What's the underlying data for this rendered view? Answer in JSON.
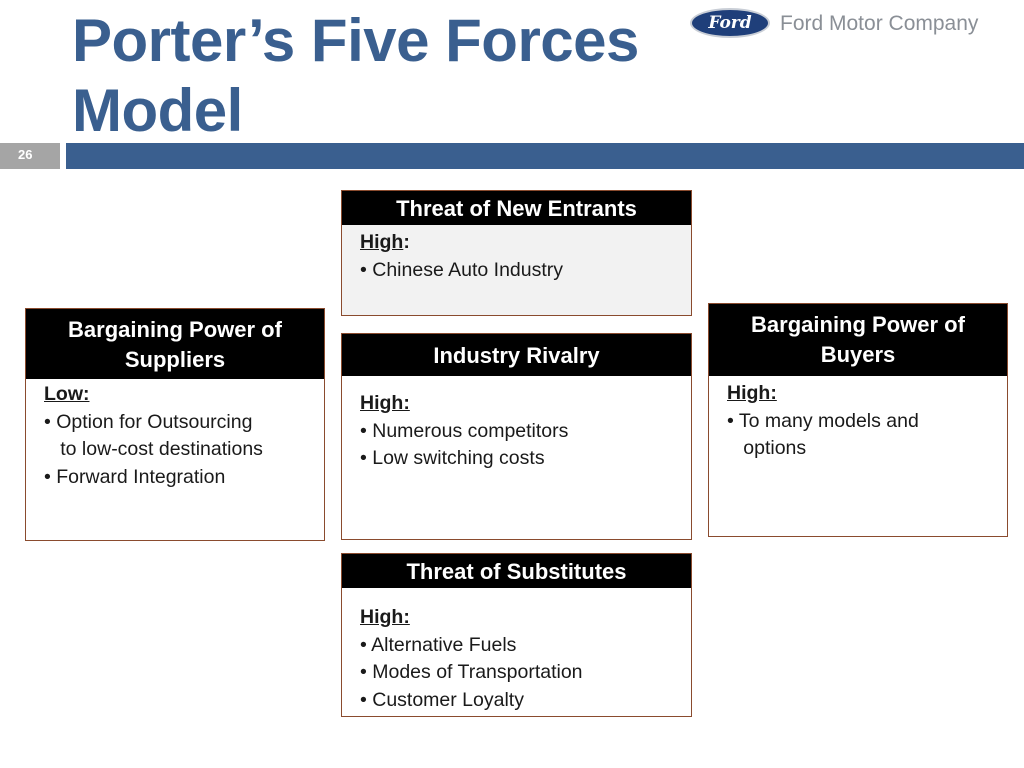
{
  "slide": {
    "title": "Porter’s Five Forces Model",
    "number": "26",
    "logo_badge": "Ford",
    "logo_text": "Ford Motor Company"
  },
  "forces": {
    "new_entrants": {
      "heading": "Threat of New Entrants",
      "level": "High",
      "level_suffix": ":",
      "items": [
        "• Chinese Auto Industry"
      ]
    },
    "suppliers": {
      "heading_line1": "Bargaining Power of",
      "heading_line2": "Suppliers",
      "level": "Low:",
      "items": [
        "• Option for Outsourcing",
        "   to low-cost destinations",
        "• Forward Integration"
      ]
    },
    "rivalry": {
      "heading": "Industry Rivalry",
      "level": "High:",
      "items": [
        "• Numerous competitors",
        "• Low switching costs"
      ]
    },
    "buyers": {
      "heading_line1": "Bargaining Power of",
      "heading_line2": "Buyers",
      "level": "High:",
      "items": [
        "• To many models and",
        "   options"
      ]
    },
    "substitutes": {
      "heading": "Threat of Substitutes",
      "level": "High:",
      "items": [
        "• Alternative Fuels",
        "• Modes of Transportation",
        "• Customer Loyalty"
      ]
    }
  }
}
